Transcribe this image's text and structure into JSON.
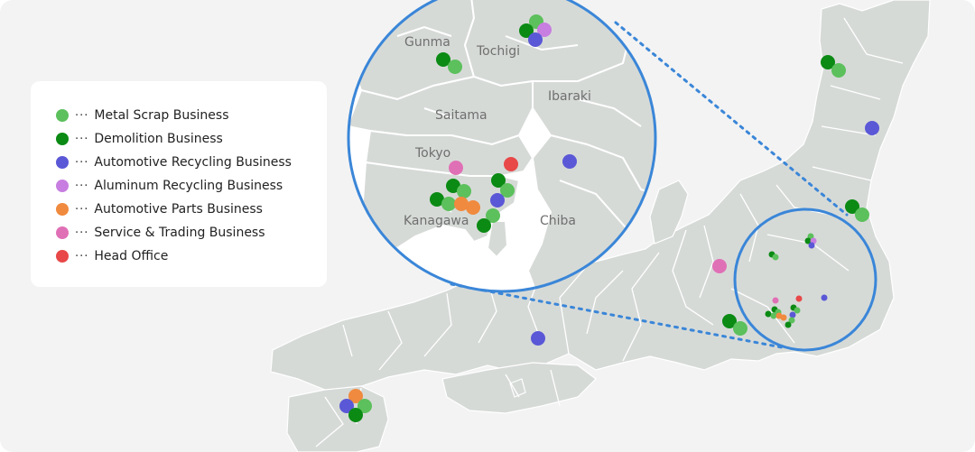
{
  "colors": {
    "metal_scrap": "#5cc05c",
    "demolition": "#0b8a14",
    "automotive_recycling": "#5a58d6",
    "aluminum_recycling": "#c77ee0",
    "automotive_parts": "#f08a3e",
    "service_trading": "#e070b6",
    "head_office": "#e84848",
    "land": "#d6dad7",
    "background": "#f3f3f3",
    "ring": "#3a86d8"
  },
  "legend": {
    "separator": "···",
    "items": [
      {
        "key": "metal_scrap",
        "label": "Metal Scrap Business"
      },
      {
        "key": "demolition",
        "label": "Demolition Business"
      },
      {
        "key": "automotive_recycling",
        "label": "Automotive Recycling Business"
      },
      {
        "key": "aluminum_recycling",
        "label": "Aluminum Recycling Business"
      },
      {
        "key": "automotive_parts",
        "label": "Automotive Parts Business"
      },
      {
        "key": "service_trading",
        "label": "Service & Trading Business"
      },
      {
        "key": "head_office",
        "label": "Head Office"
      }
    ]
  },
  "inset": {
    "prefectures": {
      "gunma": "Gunma",
      "tochigi": "Tochigi",
      "ibaraki": "Ibaraki",
      "saitama": "Saitama",
      "tokyo": "Tokyo",
      "kanagawa": "Kanagawa",
      "chiba": "Chiba"
    }
  }
}
